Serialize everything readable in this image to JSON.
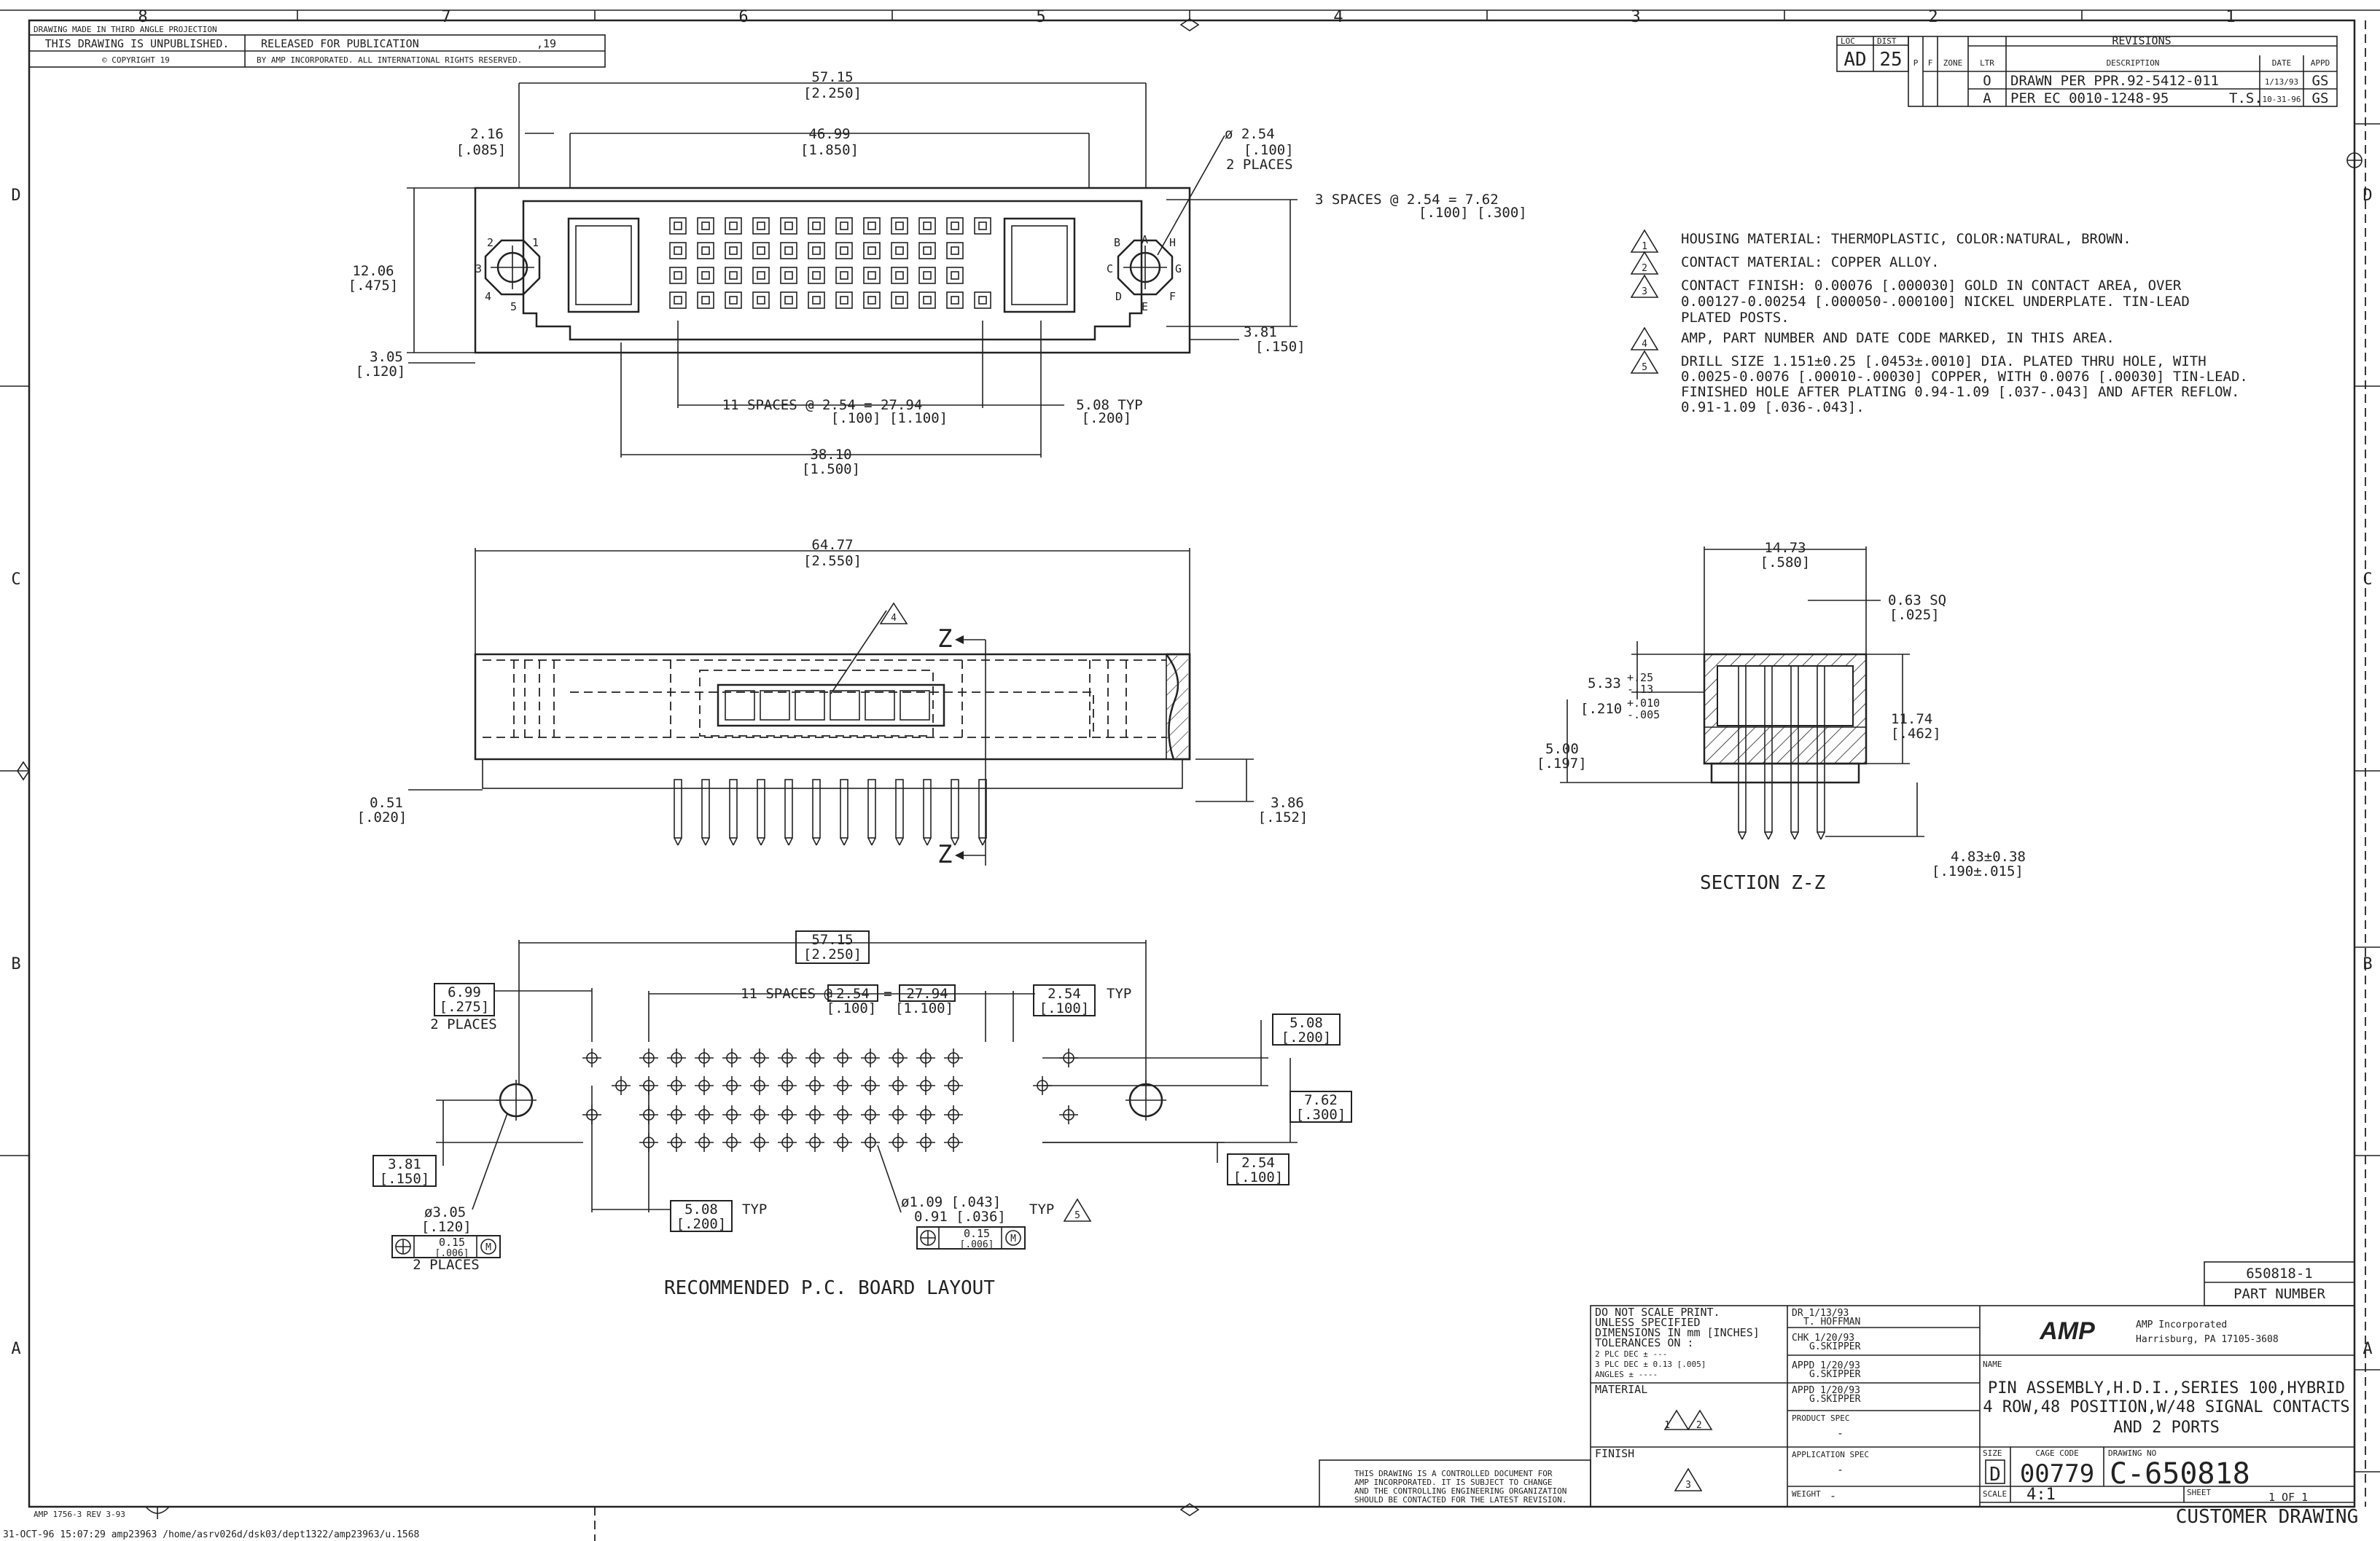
{
  "border": {
    "cols": [
      "8",
      "7",
      "6",
      "5",
      "4",
      "3",
      "2",
      "1"
    ],
    "rows": [
      "D",
      "C",
      "B",
      "A"
    ]
  },
  "topleft": {
    "projection": "DRAWING MADE IN THIRD ANGLE PROJECTION",
    "unpublished": "THIS DRAWING IS UNPUBLISHED.",
    "copyright": "© COPYRIGHT 19",
    "released": "RELEASED FOR PUBLICATION",
    "year": ",19",
    "amp_rights": "BY AMP INCORPORATED.  ALL INTERNATIONAL RIGHTS RESERVED."
  },
  "locdist": {
    "loc_h": "LOC",
    "dist_h": "DIST",
    "loc": "AD",
    "dist": "25",
    "p": "P",
    "f": "F"
  },
  "revisions": {
    "title": "REVISIONS",
    "headers": {
      "zone": "ZONE",
      "ltr": "LTR",
      "desc": "DESCRIPTION",
      "date": "DATE",
      "appd": "APPD"
    },
    "rows": [
      {
        "ltr": "O",
        "desc": "DRAWN PER PPR.92-5412-011",
        "date": "1/13/93",
        "appd": "GS",
        "extra": ""
      },
      {
        "ltr": "A",
        "desc": "PER EC 0010-1248-95",
        "date": "10-31-96",
        "appd": "GS",
        "extra": "T.S."
      }
    ]
  },
  "notes": [
    {
      "num": "1",
      "lines": [
        "HOUSING MATERIAL: THERMOPLASTIC, COLOR:NATURAL, BROWN."
      ]
    },
    {
      "num": "2",
      "lines": [
        "CONTACT MATERIAL: COPPER ALLOY."
      ]
    },
    {
      "num": "3",
      "lines": [
        "CONTACT FINISH: 0.00076 [.000030] GOLD IN CONTACT AREA, OVER",
        "0.00127-0.00254 [.000050-.000100] NICKEL UNDERPLATE. TIN-LEAD",
        "PLATED POSTS."
      ]
    },
    {
      "num": "4",
      "lines": [
        "AMP, PART NUMBER AND DATE CODE MARKED, IN THIS AREA."
      ]
    },
    {
      "num": "5",
      "lines": [
        "DRILL SIZE 1.151±0.25 [.0453±.0010] DIA. PLATED THRU HOLE, WITH",
        "0.0025-0.0076 [.00010-.00030] COPPER, WITH 0.0076 [.00030] TIN-LEAD.",
        "FINISHED HOLE AFTER PLATING 0.94-1.09 [.037-.043] AND AFTER REFLOW.",
        "0.91-1.09 [.036-.043]."
      ]
    }
  ],
  "top_view": {
    "d1": "57.15",
    "d1i": "[2.250]",
    "d2": "46.99",
    "d2i": "[1.850]",
    "d3": "2.16",
    "d3i": "[.085]",
    "hole": "ø 2.54",
    "holei": "[.100]",
    "hole_n": "2 PLACES",
    "spaces": "3 SPACES @ 2.54 = 7.62",
    "spacesi": "[.100]  [.300]",
    "h": "12.06",
    "hi": "[.475]",
    "e1": "3.05",
    "e1i": "[.120]",
    "e2": "3.81",
    "e2i": "[.150]",
    "sp11": "11 SPACES @ 2.54 = 27.94",
    "sp11i": "[.100]  [1.100]",
    "typ": "5.08 TYP",
    "typi": "[.200]",
    "w38": "38.10",
    "w38i": "[1.500]",
    "lbl_l": [
      "2",
      "3",
      "4",
      "5",
      "1"
    ],
    "lbl_r": [
      "B",
      "A",
      "H",
      "C",
      "G",
      "D",
      "E",
      "F"
    ]
  },
  "front_view": {
    "w": "64.77",
    "wi": "[2.550]",
    "z": "Z",
    "note": "4",
    "b1": "0.51",
    "b1i": "[.020]",
    "b2": "3.86",
    "b2i": "[.152]"
  },
  "section": {
    "w": "14.73",
    "wi": "[.580]",
    "sq": "0.63 SQ",
    "sqi": "[.025]",
    "v1": "5.33",
    "v1p": "+.25",
    "v1m": "-.13",
    "v2": "[.210",
    "v2p": "+.010",
    "v2m": "-.005",
    "h": "11.74",
    "hi": "[.462]",
    "p": "5.00",
    "pi": "[.197]",
    "tail": "4.83±0.38",
    "taili": "[.190±.015]",
    "title": "SECTION Z-Z"
  },
  "pcb": {
    "d1": "57.15",
    "d1i": "[2.250]",
    "a": "6.99",
    "ai": "[.275]",
    "a_n": "2 PLACES",
    "sp": "11 SPACES @",
    "sp_a": "2.54",
    "sp_eq": "=",
    "sp_b": "27.94",
    "sp_ai": "[.100]",
    "sp_bi": "[1.100]",
    "b": "2.54",
    "bi": "[.100]",
    "b_typ": "TYP",
    "c": "5.08",
    "ci": "[.200]",
    "d": "7.62",
    "di": "[.300]",
    "e": "3.81",
    "ei": "[.150]",
    "f": "2.54",
    "fi": "[.100]",
    "g": "5.08",
    "gi": "[.200]",
    "g_typ": "TYP",
    "hole1": "ø1.09 [.043]",
    "hole2": "0.91 [.036]",
    "hole_typ": "TYP",
    "hole_note": "5",
    "tol": "0.15",
    "toli": "[.006]",
    "tol_m": "M",
    "mh": "ø3.05",
    "mhi": "[.120]",
    "mh_tol": "0.15",
    "mh_toli": "[.006]",
    "mh_m": "M",
    "mh_n": "2 PLACES",
    "title": "RECOMMENDED P.C. BOARD LAYOUT"
  },
  "title_block": {
    "part_number": "650818-1",
    "part_label": "PART NUMBER",
    "tol": [
      "DO NOT SCALE PRINT.",
      "UNLESS SPECIFIED",
      "DIMENSIONS IN mm [INCHES]",
      "TOLERANCES  ON :",
      "2 PLC DEC ± ---",
      "3 PLC DEC ± 0.13 [.005]",
      "ANGLES    ± ----"
    ],
    "material": "MATERIAL",
    "material_notes": "1 2",
    "finish": "FINISH",
    "finish_note": "3",
    "dr": "DR  1/13/93",
    "dr_name": "T. HOFFMAN",
    "chk": "CHK  1/20/93",
    "chk_name": "G.SKIPPER",
    "appd1": "APPD  1/20/93",
    "appd1_name": "G.SKIPPER",
    "appd2": "APPD  1/20/93",
    "appd2_name": "G.SKIPPER",
    "product_spec": "PRODUCT SPEC",
    "product_val": "-",
    "app_spec": "APPLICATION SPEC",
    "app_val": "-",
    "weight": "WEIGHT",
    "weight_val": "-",
    "logo": "AMP",
    "company": "AMP Incorporated",
    "address": "Harrisburg, PA 17105-3608",
    "name_label": "NAME",
    "name": [
      "PIN ASSEMBLY,H.D.I.,SERIES 100,HYBRID",
      "4 ROW,48 POSITION,W/48 SIGNAL CONTACTS",
      "AND 2 PORTS"
    ],
    "size_label": "SIZE",
    "size": "D",
    "cage_label": "CAGE CODE",
    "cage": "00779",
    "dwg_label": "DRAWING NO",
    "dwg": "C-650818",
    "scale_label": "SCALE",
    "scale": "4:1",
    "sheet_label": "SHEET",
    "sheet": "1 OF 1",
    "customer": "CUSTOMER DRAWING",
    "controlled": [
      "THIS DRAWING IS A CONTROLLED DOCUMENT FOR",
      "AMP INCORPORATED. IT IS SUBJECT TO CHANGE",
      "AND THE CONTROLLING ENGINEERING ORGANIZATION",
      "SHOULD BE CONTACTED FOR THE LATEST REVISION."
    ]
  },
  "footer": {
    "form": "AMP 1756-3 REV 3-93",
    "path": "31-OCT-96   15:07:29  amp23963   /home/asrv026d/dsk03/dept1322/amp23963/u.1568"
  }
}
